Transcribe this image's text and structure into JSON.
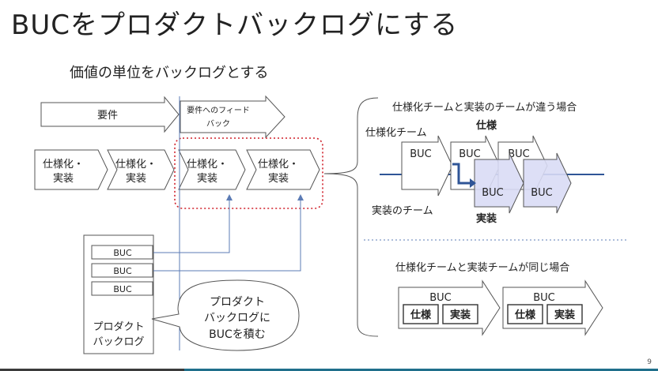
{
  "title": "BUCをプロダクトバックログにする",
  "subtitle": "価値の単位をバックログとする",
  "left": {
    "requirement": "要件",
    "requirement_feedback_line1": "要件へのフィード",
    "requirement_feedback_line2": "バック",
    "step_line1": "仕様化・",
    "step_line2": "実装",
    "backlog_items": [
      "BUC",
      "BUC",
      "BUC"
    ],
    "backlog_label_line1": "プロダクト",
    "backlog_label_line2": "バックログ",
    "callout_line1": "プロダクト",
    "callout_line2": "バックログに",
    "callout_line3": "BUCを積む"
  },
  "different": {
    "heading": "仕様化チームと実装のチームが違う場合",
    "spec_team": "仕様化チーム",
    "spec_label": "仕様",
    "impl_team": "実装のチーム",
    "impl_label": "実装",
    "buc": "BUC"
  },
  "same": {
    "heading": "仕様化チームと実装チームが同じ場合",
    "buc": "BUC",
    "spec_cell": "仕様",
    "impl_cell": "実装"
  },
  "page_number": "9",
  "colors": {
    "highlight_dash": "#d0202a",
    "timeline": "#2f5597",
    "impl_fill": "#d9dcf5",
    "bottom_bar": "#1f6f8b"
  }
}
